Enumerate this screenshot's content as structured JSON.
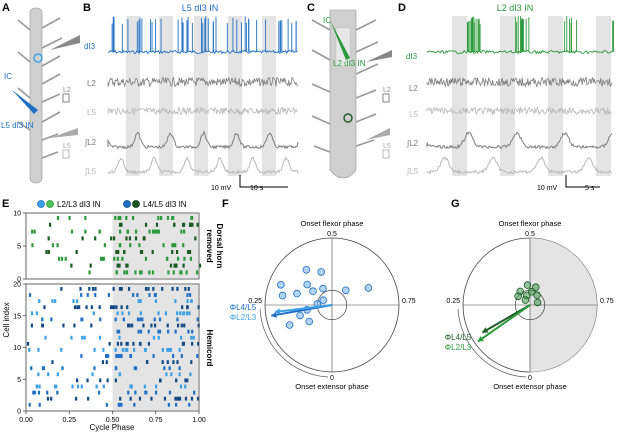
{
  "panels": {
    "A": "A",
    "B": "B",
    "C": "C",
    "D": "D",
    "E": "E",
    "F": "F",
    "G": "G"
  },
  "colors": {
    "blue": "#1f6fc4",
    "lightblue": "#3aa0e6",
    "green": "#2a9a3a",
    "darkgreen": "#1c5a23",
    "trace_dark": "#7d7d7d",
    "trace_light": "#b8b8b8",
    "shade": "#e4e4e4"
  },
  "panelA": {
    "ic_label": "IC",
    "cell_label": "L5 dI3 IN",
    "electrode_top": "L2",
    "electrode_bottom": "L5"
  },
  "panelB": {
    "title": "L5 dI3 IN",
    "trace_labels": [
      "dI3",
      "L2",
      "L5",
      "∫L2",
      "∫L5"
    ],
    "scale_mv": "10 mV",
    "scale_time": "10 s"
  },
  "panelC": {
    "ic_label": "IC",
    "cell_label": "L2 dI3 IN",
    "electrode_top": "L2",
    "electrode_bottom": "L5"
  },
  "panelD": {
    "title": "L2 dI3 IN",
    "trace_labels": [
      "dI3",
      "L2",
      "L5",
      "∫L2",
      "∫L5"
    ],
    "scale_mv": "10 mV",
    "scale_time": "5 s"
  },
  "panelE": {
    "legend_1": "L2/L3 dI3 IN",
    "legend_2": "L4/L5 dI3 IN",
    "top_label_1": "Dorsal horn",
    "top_label_2": "removed",
    "bottom_label": "Hemicord",
    "ylabel": "Cell index",
    "xlabel": "Cycle Phase"
  },
  "chart_data": [
    {
      "type": "scatter",
      "title": "",
      "xlabel": "Cycle Phase",
      "ylabel": "Cell index",
      "x_ticks": [
        "0.00",
        "0.25",
        "0.50",
        "0.75",
        "1.00"
      ],
      "y_ticks_top": [
        "0",
        "5",
        "10"
      ],
      "y_ticks_bottom": [
        "0",
        "5",
        "10",
        "15",
        "20"
      ],
      "xlim": [
        0,
        1
      ],
      "ylim_top": [
        0,
        10
      ],
      "ylim_bottom": [
        0,
        20
      ],
      "shaded_from": 0.5,
      "series": [
        {
          "name": "L2/L3 dI3 IN",
          "color": "#3aa0e6"
        },
        {
          "name": "L4/L5 dI3 IN",
          "color": "#1c5a23"
        }
      ]
    },
    {
      "type": "polar",
      "top_label": "Onset flexor phase",
      "bottom_label": "Onset extensor phase",
      "tick_labels": {
        "top": "0.5",
        "left": "0.25",
        "right": "0.75",
        "bottom": "0"
      },
      "arrows": [
        {
          "name": "ΦL4/L5",
          "angle_deg": 190,
          "length": 0.92,
          "color": "#1f6fc4"
        },
        {
          "name": "ΦL2/L3",
          "angle_deg": 187,
          "length": 0.86,
          "color": "#3aa0e6"
        }
      ],
      "points": [
        {
          "phase": 0.35,
          "r": 0.35
        },
        {
          "phase": 0.42,
          "r": 0.28
        },
        {
          "phase": 0.3,
          "r": 0.55
        },
        {
          "phase": 0.28,
          "r": 0.75
        },
        {
          "phase": 0.2,
          "r": 0.5
        },
        {
          "phase": 0.33,
          "r": 0.15
        },
        {
          "phase": 0.18,
          "r": 0.7
        },
        {
          "phase": 0.62,
          "r": 0.3
        },
        {
          "phase": 0.4,
          "r": 0.65
        },
        {
          "phase": 0.22,
          "r": 0.38
        },
        {
          "phase": 0.36,
          "r": 0.48
        },
        {
          "phase": 0.26,
          "r": 0.22
        },
        {
          "phase": 0.45,
          "r": 0.52
        },
        {
          "phase": 0.15,
          "r": 0.42
        },
        {
          "phase": 0.68,
          "r": 0.6
        },
        {
          "phase": 0.31,
          "r": 0.82
        }
      ]
    },
    {
      "type": "polar",
      "top_label": "Onset flexor phase",
      "bottom_label": "Onset extensor phase",
      "tick_labels": {
        "top": "0.5",
        "left": "0.25",
        "right": "0.75",
        "bottom": "0"
      },
      "arrows": [
        {
          "name": "ΦL4/L5",
          "angle_deg": 210,
          "length": 0.82,
          "color": "#1c5a23"
        },
        {
          "name": "ΦL2/L3",
          "angle_deg": 215,
          "length": 0.95,
          "color": "#2a9a3a"
        }
      ],
      "points": [
        {
          "phase": 0.4,
          "r": 0.25
        },
        {
          "phase": 0.45,
          "r": 0.15
        },
        {
          "phase": 0.52,
          "r": 0.2
        },
        {
          "phase": 0.6,
          "r": 0.18
        },
        {
          "phase": 0.38,
          "r": 0.1
        },
        {
          "phase": 0.48,
          "r": 0.3
        },
        {
          "phase": 0.55,
          "r": 0.28
        },
        {
          "phase": 0.35,
          "r": 0.22
        },
        {
          "phase": 0.7,
          "r": 0.12
        }
      ]
    }
  ]
}
